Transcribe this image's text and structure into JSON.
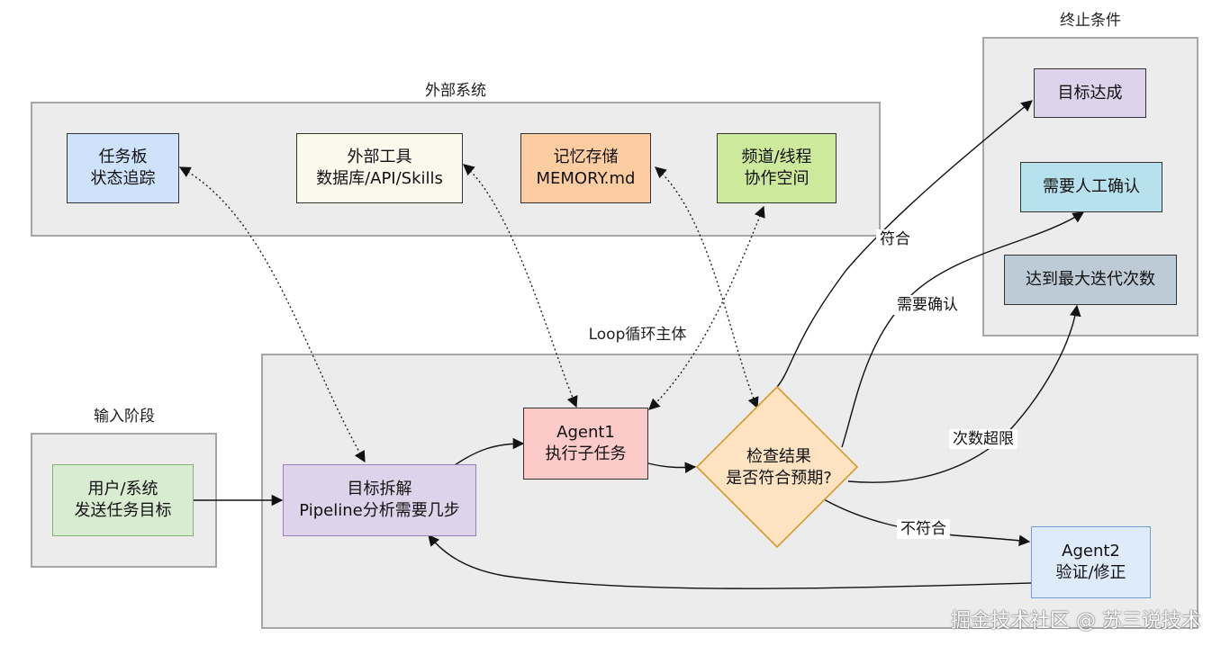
{
  "groups": {
    "external": "外部系统",
    "termination": "终止条件",
    "loop": "Loop循环主体",
    "input": "输入阶段"
  },
  "nodes": {
    "task_board": [
      "任务板",
      "状态追踪"
    ],
    "ext_tools": [
      "外部工具",
      "数据库/API/Skills"
    ],
    "memory": [
      "记忆存储",
      "MEMORY.md"
    ],
    "channel": [
      "频道/线程",
      "协作空间"
    ],
    "goal_reached": [
      "目标达成"
    ],
    "need_confirm": [
      "需要人工确认"
    ],
    "max_iter": [
      "达到最大迭代次数"
    ],
    "user_goal": [
      "用户/系统",
      "发送任务目标"
    ],
    "decompose": [
      "目标拆解",
      "Pipeline分析需要几步"
    ],
    "agent1": [
      "Agent1",
      "执行子任务"
    ],
    "check": [
      "检查结果",
      "是否符合预期?"
    ],
    "agent2": [
      "Agent2",
      "验证/修正"
    ]
  },
  "edge_labels": {
    "match": "符合",
    "needs_confirm": "需要确认",
    "over_limit": "次数超限",
    "no_match": "不符合"
  },
  "colors": {
    "blue": "#cfe2fb",
    "cream": "#fbf8ec",
    "orange": "#fdcda2",
    "green": "#cde99b",
    "purple": "#ddd3ea",
    "cyan": "#b7e1ed",
    "slate": "#bccbd6",
    "lightgreen": "#d8ecd2",
    "pink": "#fccac8",
    "diamond": "#fde3c2",
    "agent2": "#ddebfb"
  },
  "watermark": "掘金技术社区 @ 苏三说技术"
}
